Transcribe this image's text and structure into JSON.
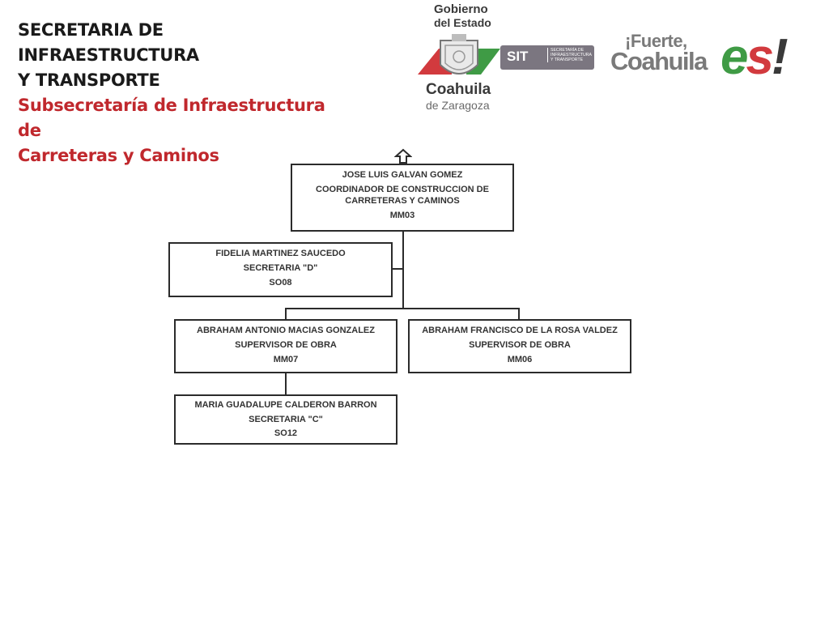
{
  "header": {
    "title_line1": "SECRETARIA DE INFRAESTRUCTURA",
    "title_line2": "Y TRANSPORTE",
    "subtitle_line1": "Subsecretaría de Infraestructura de",
    "subtitle_line2": "Carreteras y Caminos"
  },
  "logos": {
    "gobierno_line1": "Gobierno",
    "gobierno_line2": "del Estado",
    "coahuila": "Coahuila",
    "zaragoza": "de Zaragoza",
    "sit_label": "SIT",
    "sit_line1": "SECRETARÍA DE",
    "sit_line2": "INFRAESTRUCTURA",
    "sit_line3": "Y TRANSPORTE",
    "fuerte_small": "¡Fuerte,",
    "fuerte_big": "Coahuila",
    "es_e": "e",
    "es_s": "s",
    "es_excl": "!"
  },
  "org": {
    "coordinator": {
      "name": "JOSE LUIS GALVAN GOMEZ",
      "role": "COORDINADOR DE CONSTRUCCION DE CARRETERAS Y CAMINOS",
      "code": "MM03"
    },
    "secretary_d": {
      "name": "FIDELIA MARTINEZ SAUCEDO",
      "role": "SECRETARIA \"D\"",
      "code": "SO08"
    },
    "supervisor_1": {
      "name": "ABRAHAM ANTONIO MACIAS GONZALEZ",
      "role": "SUPERVISOR DE OBRA",
      "code": "MM07"
    },
    "supervisor_2": {
      "name": "ABRAHAM FRANCISCO DE LA ROSA VALDEZ",
      "role": "SUPERVISOR DE OBRA",
      "code": "MM06"
    },
    "secretary_c": {
      "name": "MARIA GUADALUPE CALDERON BARRON",
      "role": "SECRETARIA \"C\"",
      "code": "SO12"
    }
  },
  "colors": {
    "title_dark": "#1a1a1a",
    "title_red": "#c0282d",
    "box_border": "#2b2b2b",
    "sit_gray": "#7b7680",
    "flag_green": "#3f9b45",
    "flag_red": "#d23a3e"
  },
  "icons": {
    "up_arrow": "up-arrow-icon",
    "coat_of_arms": "coat-of-arms-icon"
  }
}
